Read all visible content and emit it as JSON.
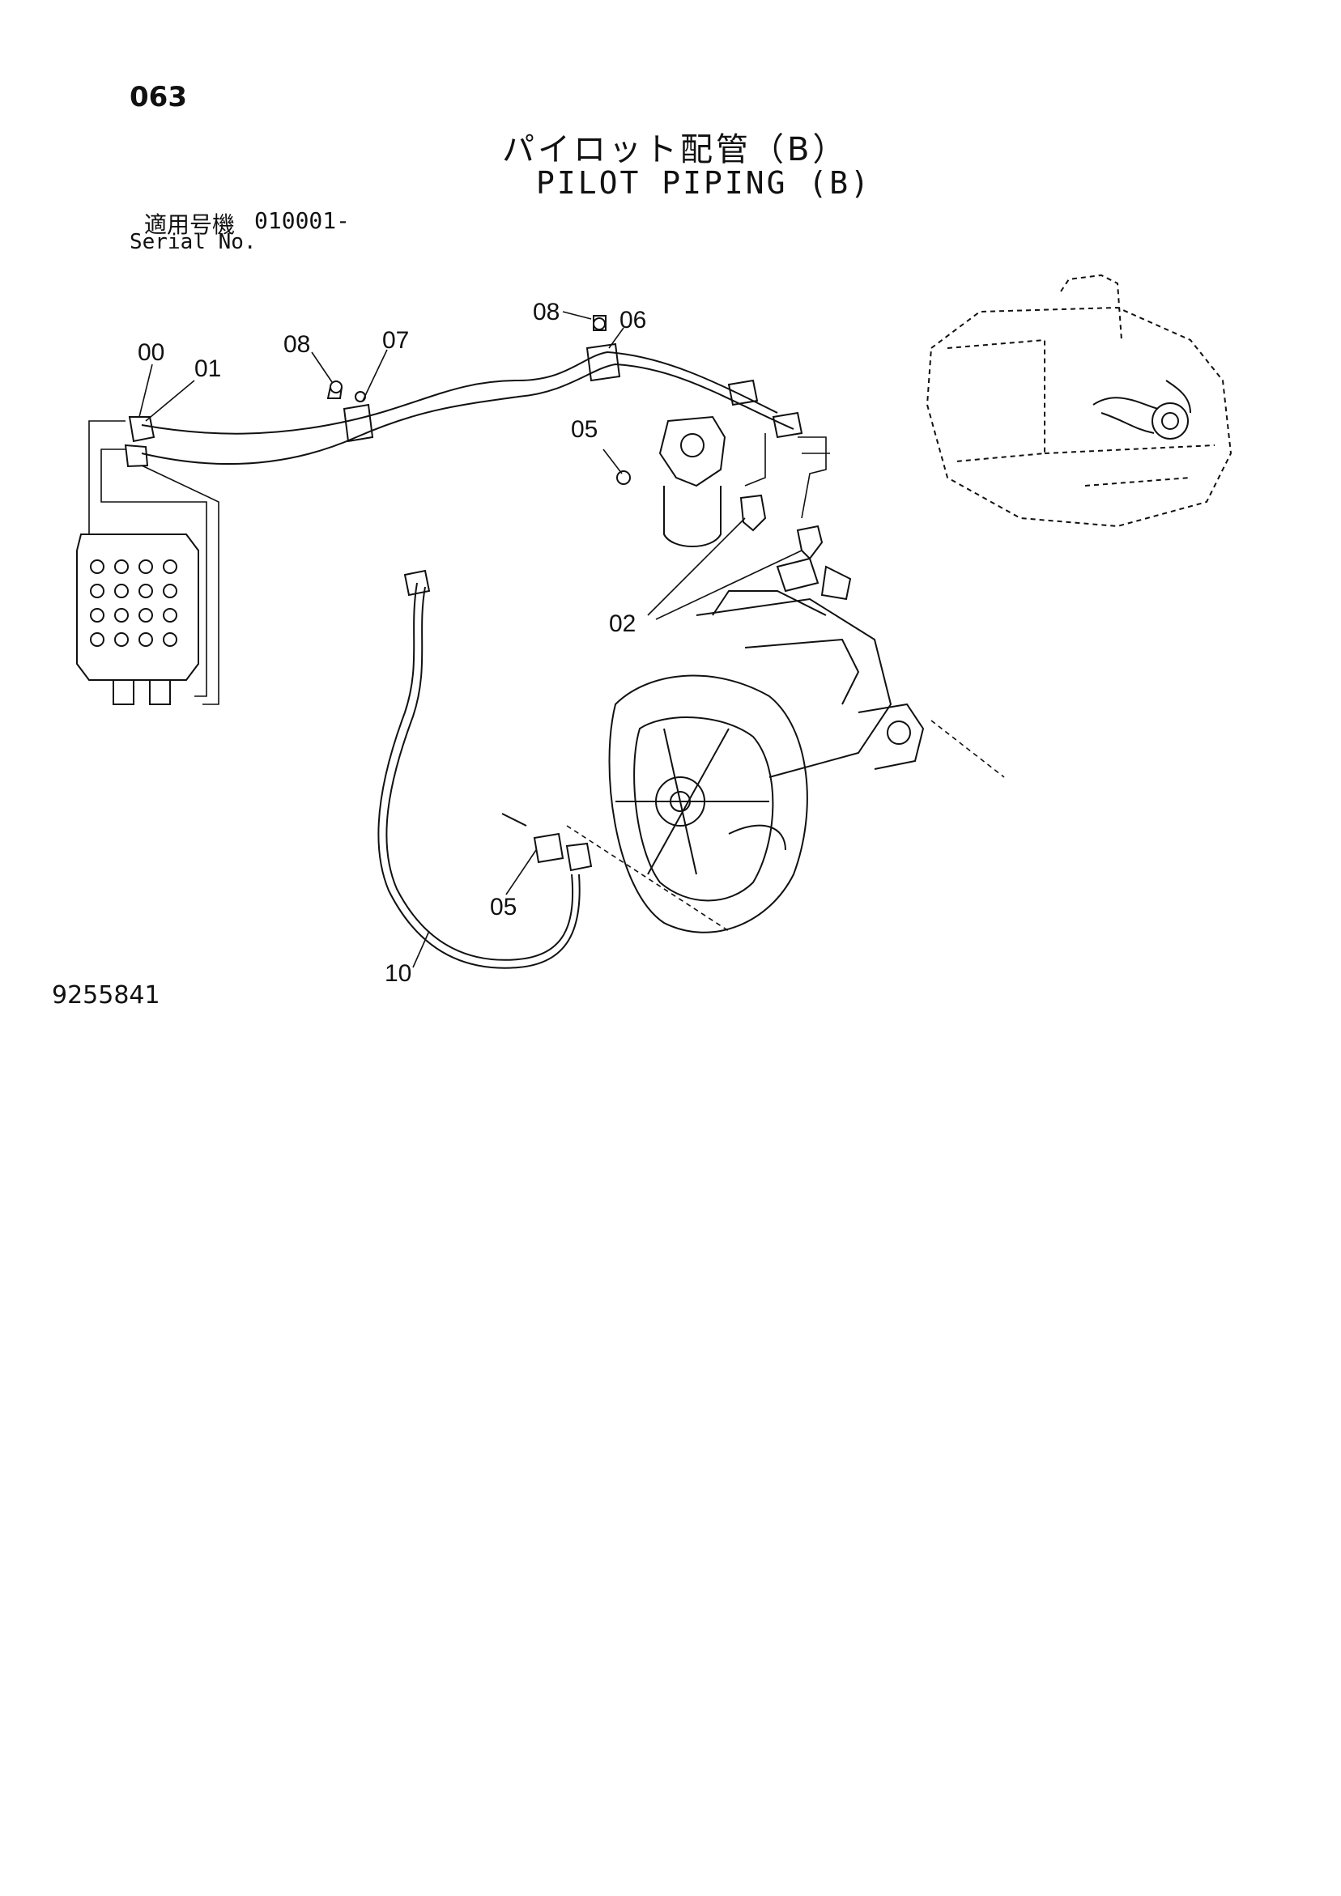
{
  "header": {
    "page_number": "063",
    "title_ja": "パイロット配管（B）",
    "title_en": "PILOT PIPING (B)",
    "serial_label_ja": "適用号機",
    "serial_value": "010001-",
    "serial_label_en": "Serial No."
  },
  "callouts": {
    "c00": "00",
    "c01": "01",
    "c02": "02",
    "c05a": "05",
    "c05b": "05",
    "c06": "06",
    "c07": "07",
    "c08a": "08",
    "c08b": "08",
    "c10": "10"
  },
  "footer": {
    "drawing_number": "9255841"
  },
  "colors": {
    "line": "#111111",
    "background": "#ffffff"
  }
}
